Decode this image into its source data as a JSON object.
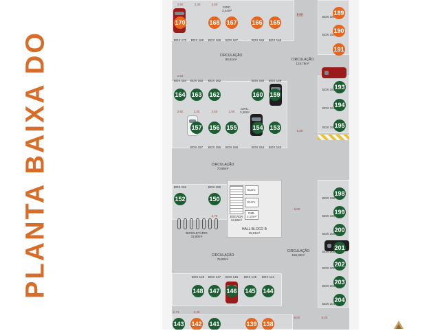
{
  "title": "PLANTA BAIXA DO",
  "colors": {
    "accent": "#d86d2a",
    "orange_badge": "#e6661f",
    "green_badge": "#1c5e32"
  },
  "spots_orange": [
    "170",
    "168",
    "167",
    "166",
    "165",
    "189",
    "190",
    "191",
    "142",
    "139",
    "138"
  ],
  "spots_green": [
    "164",
    "163",
    "162",
    "160",
    "159",
    "157",
    "156",
    "155",
    "154",
    "153",
    "193",
    "194",
    "195",
    "152",
    "150",
    "198",
    "199",
    "200",
    "201",
    "202",
    "203",
    "204",
    "148",
    "147",
    "146",
    "145",
    "144",
    "143",
    "141"
  ],
  "labels": {
    "circ_top_left": "CIRCULAÇÃO",
    "circ_top_left_area": "80,81m²",
    "circ_top_right": "CIRCULAÇÃO",
    "circ_top_right_area": "124,78m²",
    "circ_mid": "CIRCULAÇÃO",
    "circ_mid_area": "70,86m²",
    "circ_bottom_left": "CIRCULAÇÃO",
    "circ_bottom_left_area": "76,80m²",
    "circ_bottom_right": "CIRCULAÇÃO",
    "circ_bottom_right_area": "156,32m²",
    "escada": "ESCADA",
    "escada_area": "13,86m²",
    "elev_1": "ELEV.",
    "elev_2": "ELEV.",
    "dml": "DML",
    "dml_area": "3,10m²",
    "hall": "HALL BLOCO B",
    "hall_area": "25,81m²",
    "bicicletario": "BICICLETÁRIO",
    "bicicletario_area": "22,80m²",
    "circ_small_1": "CIRC.",
    "circ_small_1_area": "3,44m²",
    "circ_small_2": "CIRC.",
    "circ_small_2_area": "3,20m²",
    "box_labels": [
      "BOX 170",
      "BOX 169",
      "BOX 168",
      "BOX 167",
      "BOX 166",
      "BOX 165",
      "BOX 164",
      "BOX 163",
      "BOX 162",
      "BOX 160",
      "BOX 159",
      "BOX 157",
      "BOX 156",
      "BOX 155",
      "BOX 154",
      "BOX 153",
      "BOX 152",
      "BOX 150",
      "BOX 148",
      "BOX 147",
      "BOX 146",
      "BOX 145",
      "BOX 144"
    ],
    "box_right": [
      "BOX 189",
      "BOX 190",
      "BOX 193",
      "BOX 194",
      "BOX 195",
      "BOX 198",
      "BOX 199",
      "BOX 200",
      "BOX 201",
      "BOX 202",
      "BOX 203",
      "BOX 204"
    ]
  },
  "dimensions": [
    "2,50",
    "2,30",
    "2,50",
    "5,00",
    "2,50",
    "2,30",
    "2,50",
    "2,50",
    "6,00",
    "2,71",
    "2,30",
    "6,00",
    "5,25",
    "5,00",
    "2,75",
    "5,00",
    "2,53"
  ]
}
